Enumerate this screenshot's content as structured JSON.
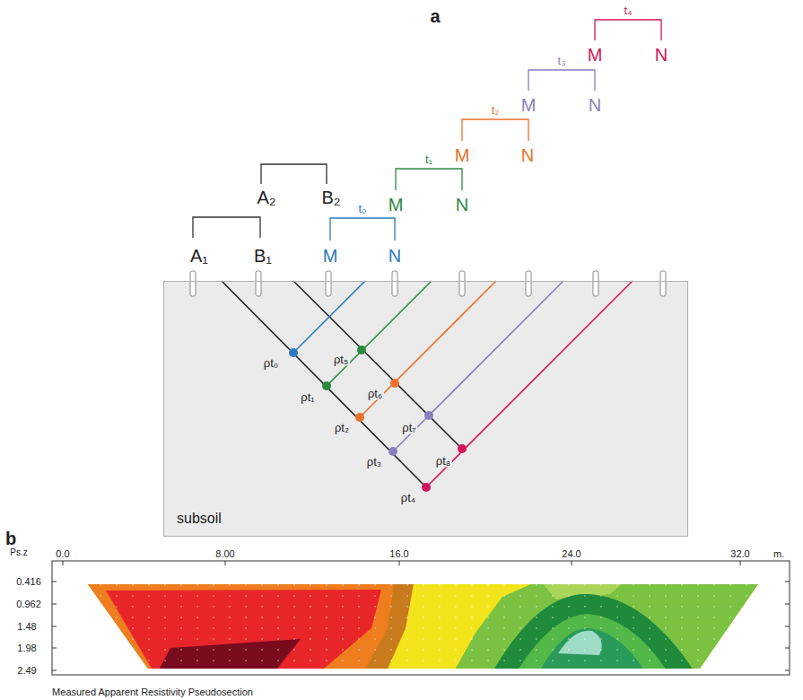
{
  "diagram": {
    "nodes": [
      {
        "text": [
          "subsoil"
        ]
      }
    ],
    "labels": [
      "a",
      "A₁",
      "B₁",
      "A₂",
      "B₂",
      "t₀",
      "M",
      "N",
      "t₁",
      "M",
      "N",
      "t₂",
      "M",
      "N",
      "t₃",
      "M",
      "N",
      "t₄",
      "M",
      "N",
      "ρt₀",
      "ρt₁",
      "ρt₂",
      "ρt₃",
      "ρt₄",
      "ρt₅",
      "ρt₆",
      "ρt₇",
      "ρt₈",
      "b",
      "Ps.z",
      "0.0",
      "8.00",
      "16.0",
      "24.0",
      "32.0",
      "m.",
      "0.416",
      "0.962",
      "1.48",
      "1.98",
      "2.49",
      "Measured Apparent Resistivity Pseudosection"
    ]
  }
}
